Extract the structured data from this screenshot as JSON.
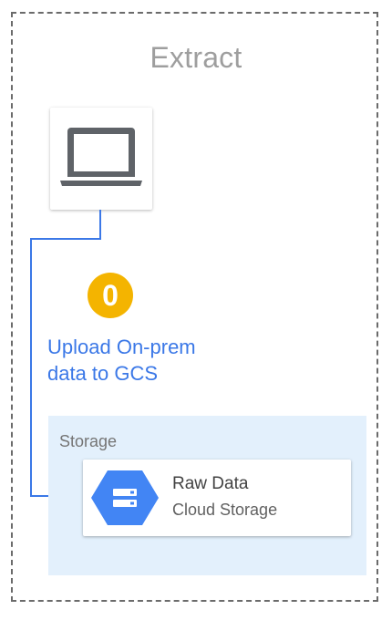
{
  "diagram": {
    "title": "Extract",
    "source": {
      "icon": "laptop-icon"
    },
    "step": {
      "number": "0",
      "label_line1": "Upload On-prem",
      "label_line2": "data to GCS"
    },
    "zone": {
      "label": "Storage"
    },
    "service": {
      "icon": "cloud-storage-icon",
      "name": "Raw Data",
      "type": "Cloud Storage"
    },
    "colors": {
      "frame_border": "#6b6b6b",
      "title": "#9e9e9e",
      "connector": "#3b78e7",
      "step_badge": "#f4b400",
      "step_label": "#3b78e7",
      "zone_background": "#e3f0fc",
      "service_icon": "#4285f4"
    }
  }
}
